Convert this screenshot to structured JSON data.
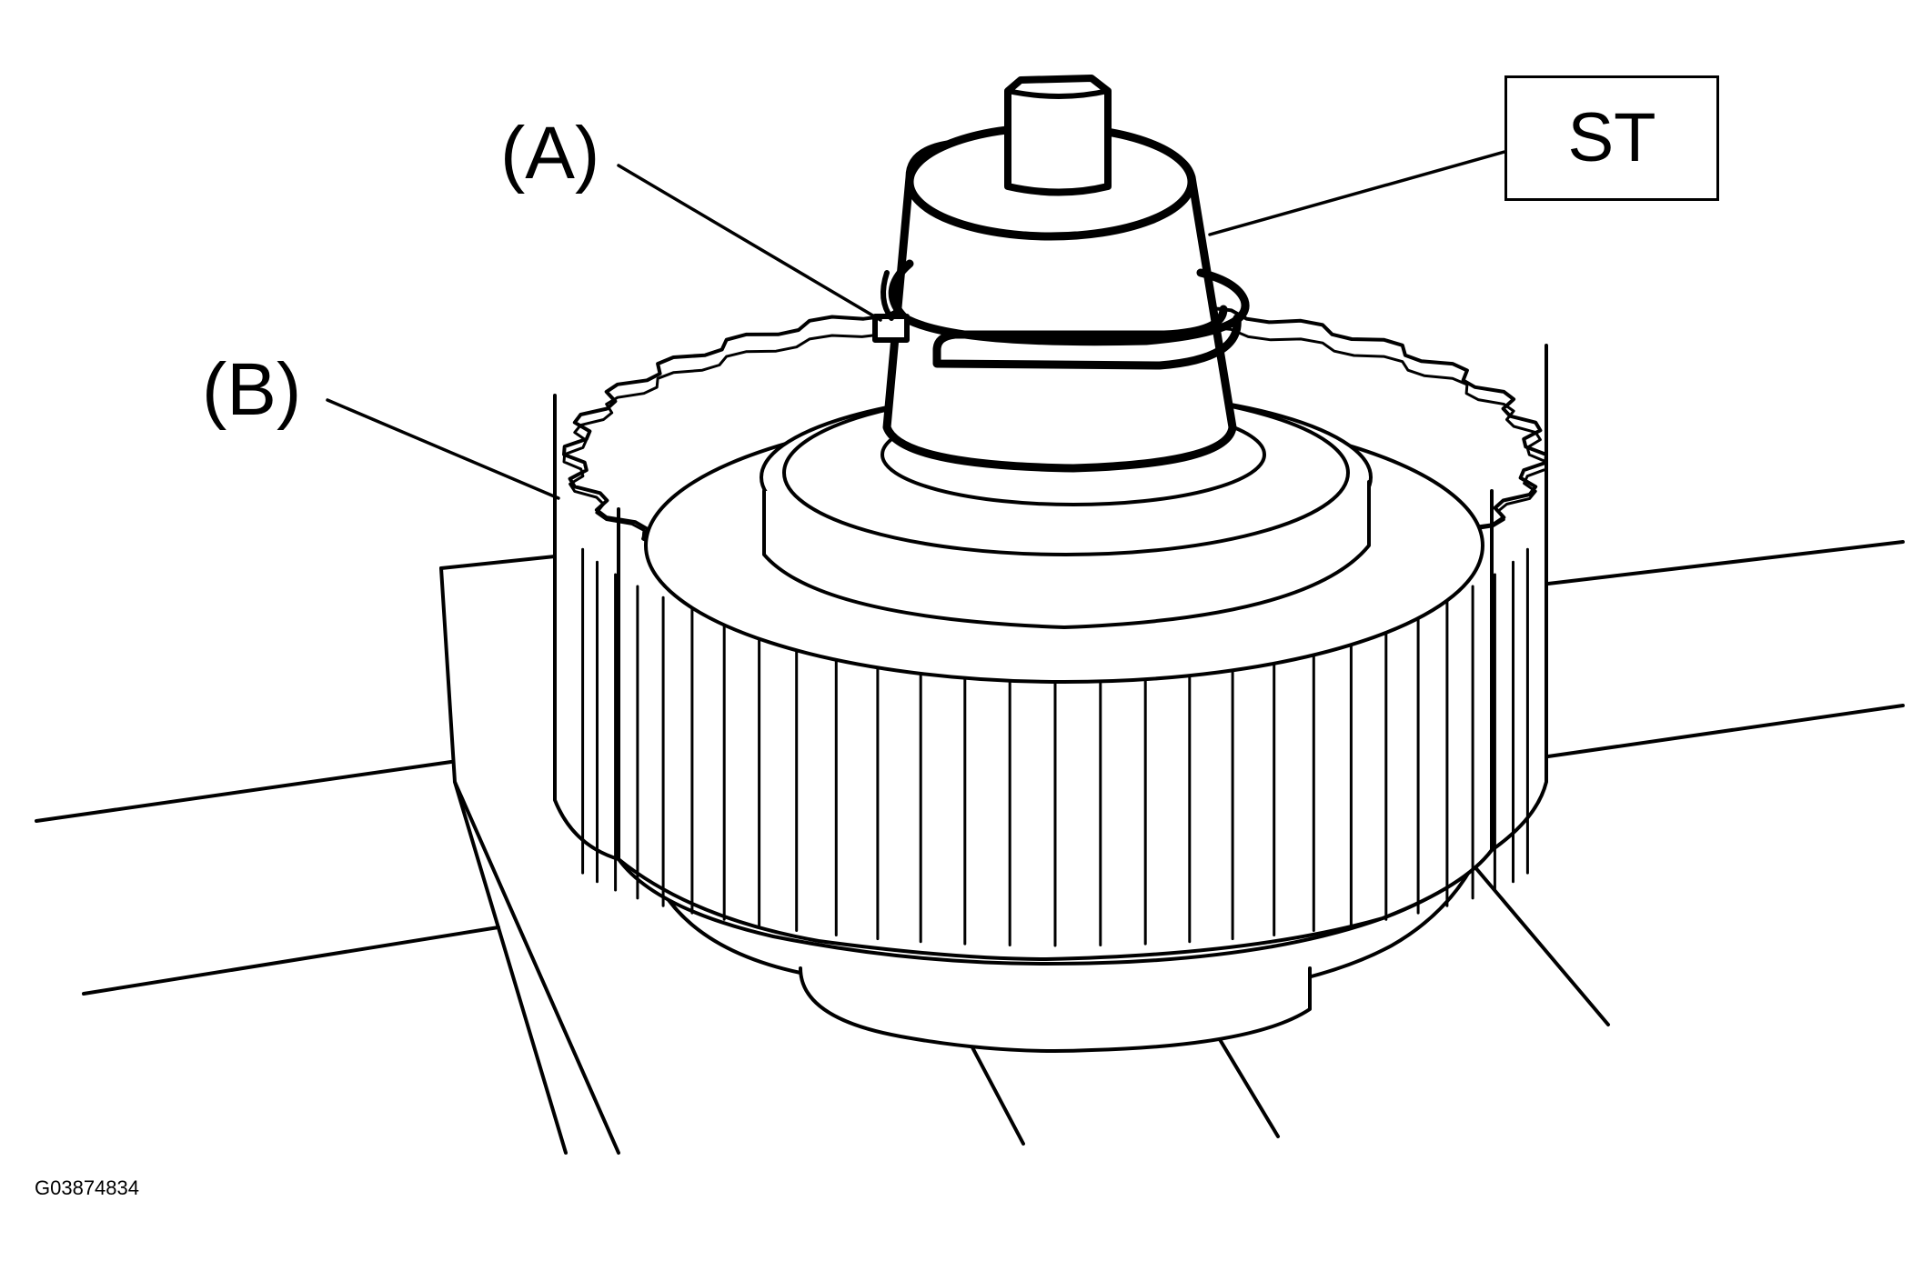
{
  "labels": {
    "a": "(A)",
    "b": "(B)",
    "special_tool": "ST"
  },
  "figure_id": "G03874834",
  "colors": {
    "ink": "#000000",
    "paper": "#ffffff"
  }
}
